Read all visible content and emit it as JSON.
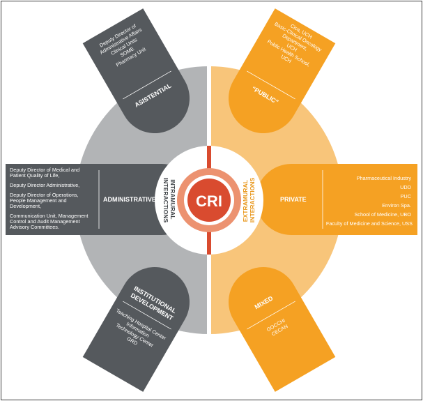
{
  "colors": {
    "dark": "#55595d",
    "gray_ring": "#b2b4b6",
    "orange": "#f5a123",
    "light_orange": "#f8c57a",
    "red": "#d94b2f",
    "salmon": "#ec9270"
  },
  "center": {
    "label": "CRI",
    "intramural": "INTRAMURAL\nINTERACTIONS",
    "extramural": "EXTRAMURAL\nINTERACTIONS"
  },
  "petals": {
    "asistential": {
      "label": "ASISTENTIAL",
      "items": [
        "Deputy Director of",
        "Administrative Affairs",
        "Clinical Units",
        "SOME",
        "Pharmacy Unit"
      ]
    },
    "public": {
      "label": "“PUBLIC”",
      "items": [
        "Cica, UCH",
        "Basic-Clinical Oncology",
        "Department,",
        "UCH",
        "Public Health School,",
        "UCH"
      ]
    },
    "administrative": {
      "label": "ADMINISTRATIVE",
      "items": [
        "Deputy Director of Medical and",
        "Patient Quality of Life,",
        "",
        "Deputy Director Administrative,",
        "",
        "Deputy Director of Operations,",
        "People Management and",
        "Development,",
        "",
        "Communication Unit, Management",
        "Control and Audit Management",
        "Advisory Committees."
      ]
    },
    "private": {
      "label": "PRIVATE",
      "items": [
        "Pharmaceutical Industry",
        "UDD",
        "PUC",
        "Environ Spa.",
        "School of Medicine, UBO",
        "Faculty of Medicine and Science, USS"
      ]
    },
    "institutional": {
      "label": "INSTITUTIONAL\nDEVELOPMENT",
      "items": [
        "Teaching Hospital Center",
        "Information",
        "Technology Center",
        "GRD"
      ]
    },
    "mixed": {
      "label": "MIXED",
      "items": [
        "GOCCHI",
        "CECAN"
      ]
    }
  }
}
